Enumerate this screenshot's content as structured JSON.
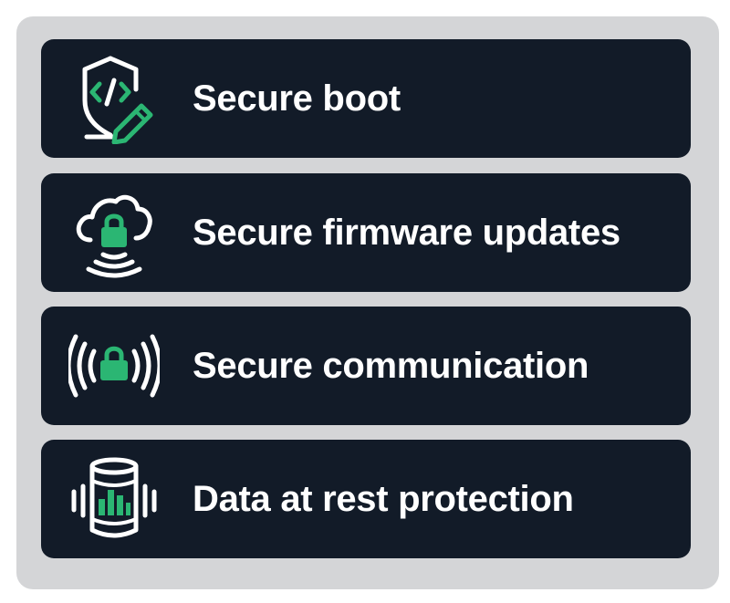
{
  "colors": {
    "panel_background": "#d4d5d7",
    "card_background": "#121b28",
    "text": "#ffffff",
    "icon_line": "#ffffff",
    "icon_accent": "#2bb673"
  },
  "items": [
    {
      "label": "Secure boot",
      "icon": "shield-code-pen-icon"
    },
    {
      "label": "Secure firmware updates",
      "icon": "cloud-lock-signal-icon"
    },
    {
      "label": "Secure communication",
      "icon": "lock-radio-waves-icon"
    },
    {
      "label": "Data at rest protection",
      "icon": "database-chart-icon"
    }
  ]
}
